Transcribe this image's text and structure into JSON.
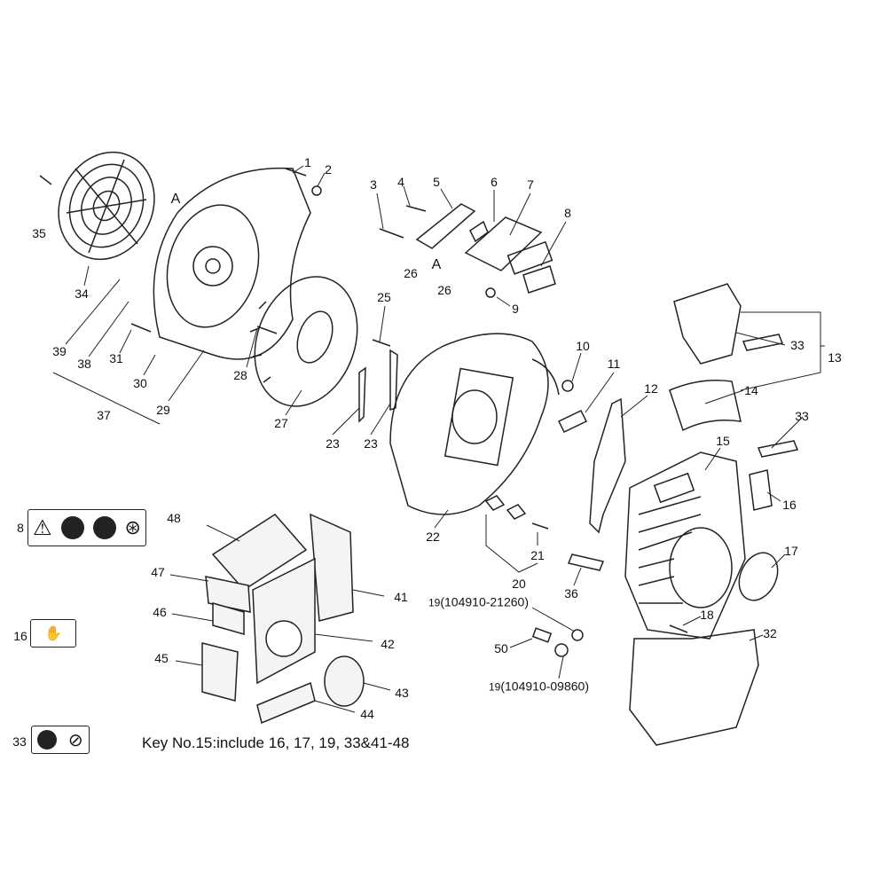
{
  "callouts": {
    "c1": "1",
    "c2": "2",
    "c3": "3",
    "c4": "4",
    "c5": "5",
    "c6": "6",
    "c7": "7",
    "c8": "8",
    "c9": "9",
    "c10": "10",
    "c11": "11",
    "c12": "12",
    "c13": "13",
    "c14": "14",
    "c15": "15",
    "c16": "16",
    "c17": "17",
    "c18": "18",
    "c19a": "19",
    "c19a_part": "(104910-21260)",
    "c19b": "19",
    "c19b_part": "(104910-09860)",
    "c20": "20",
    "c21": "21",
    "c22": "22",
    "c23a": "23",
    "c23b": "23",
    "c25": "25",
    "c26a": "26",
    "c26b": "26",
    "c27": "27",
    "c28": "28",
    "c29": "29",
    "c30": "30",
    "c31": "31",
    "c32": "32",
    "c33a": "33",
    "c33b": "33",
    "c34": "34",
    "c35": "35",
    "c36": "36",
    "c37": "37",
    "c38": "38",
    "c39": "39",
    "c41": "41",
    "c42": "42",
    "c43": "43",
    "c44": "44",
    "c45": "45",
    "c46": "46",
    "c47": "47",
    "c48": "48",
    "c50": "50",
    "refA1": "A",
    "refA2": "A"
  },
  "decals": {
    "warning_label_no": "8",
    "hot_surface_label_no": "16",
    "fuel_label_no": "33"
  },
  "note": "Key No.15:include 16, 17, 19, 33&41-48"
}
